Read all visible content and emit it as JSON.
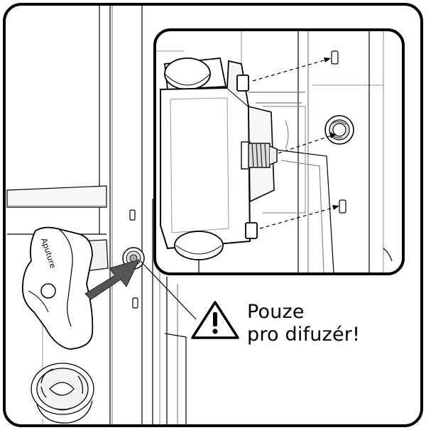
{
  "warning": {
    "line1": "Pouze",
    "line2": "pro difuzér!"
  },
  "knob": {
    "brand": "Aputure"
  },
  "icons": {
    "warning": "warning-triangle-icon",
    "insertion_arrow": "arrow-icon"
  },
  "colors": {
    "line": "#000000",
    "background": "#ffffff",
    "arrow": "#555555",
    "shadow": "#d8d8d8"
  }
}
